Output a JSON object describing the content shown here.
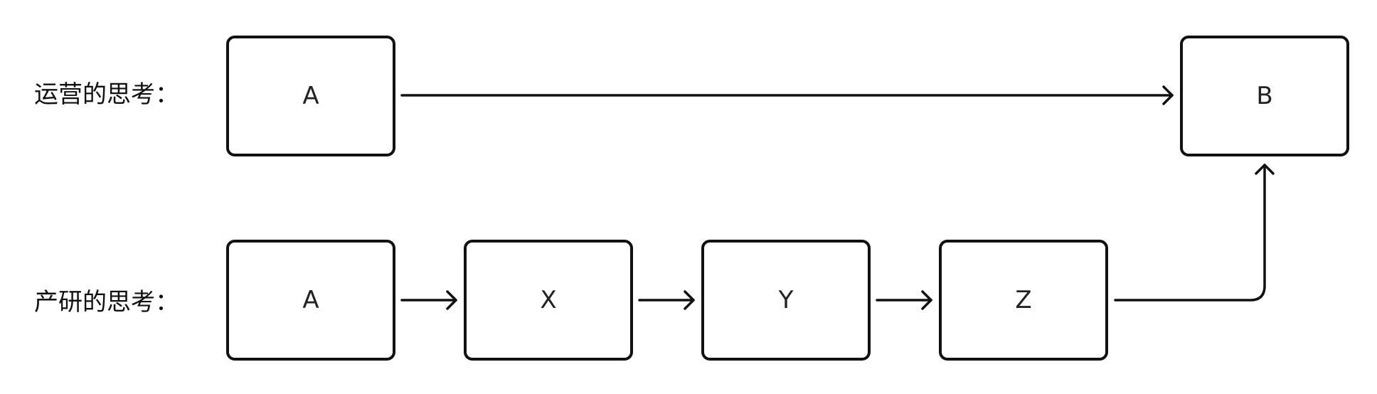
{
  "rows": {
    "ops": {
      "label": "运营的思考："
    },
    "rd": {
      "label": "产研的思考："
    }
  },
  "nodes": {
    "ops_a": {
      "label": "A"
    },
    "ops_b": {
      "label": "B"
    },
    "rd_a": {
      "label": "A"
    },
    "rd_x": {
      "label": "X"
    },
    "rd_y": {
      "label": "Y"
    },
    "rd_z": {
      "label": "Z"
    }
  },
  "edges": [
    {
      "from": "ops_a",
      "to": "ops_b"
    },
    {
      "from": "rd_a",
      "to": "rd_x"
    },
    {
      "from": "rd_x",
      "to": "rd_y"
    },
    {
      "from": "rd_y",
      "to": "rd_z"
    },
    {
      "from": "rd_z",
      "to": "ops_b"
    }
  ],
  "colors": {
    "stroke": "#111111",
    "text": "#222222",
    "background": "#ffffff"
  }
}
